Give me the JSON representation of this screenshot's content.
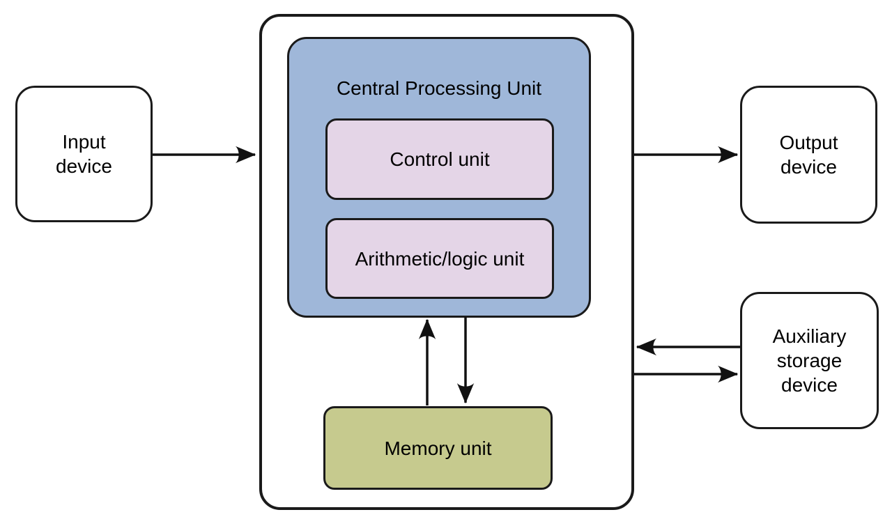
{
  "diagram": {
    "description": "Block diagram of a computer system: peripherals connected to a system unit containing the CPU (control unit, arithmetic/logic unit) and memory unit",
    "nodes": {
      "input_device": {
        "label": "Input\ndevice"
      },
      "cpu": {
        "label": "Central Processing Unit"
      },
      "control_unit": {
        "label": "Control unit"
      },
      "alu": {
        "label": "Arithmetic/logic unit"
      },
      "memory_unit": {
        "label": "Memory unit"
      },
      "output_device": {
        "label": "Output\ndevice"
      },
      "aux_storage": {
        "label": "Auxiliary\nstorage\ndevice"
      }
    },
    "edges": [
      {
        "from": "input_device",
        "to": "system_unit",
        "direction": "right"
      },
      {
        "from": "system_unit",
        "to": "output_device",
        "direction": "right"
      },
      {
        "from": "aux_storage",
        "to": "system_unit",
        "direction": "left"
      },
      {
        "from": "system_unit",
        "to": "aux_storage",
        "direction": "right"
      },
      {
        "from": "memory_unit",
        "to": "cpu",
        "direction": "up"
      },
      {
        "from": "cpu",
        "to": "memory_unit",
        "direction": "down"
      }
    ],
    "colors": {
      "cpu_fill": "#9fb7d9",
      "cpu_subunit_fill": "#e4d5e7",
      "memory_fill": "#c6ca8e",
      "device_fill": "#ffffff",
      "box_border": "#1a1a1a",
      "arrow": "#111111",
      "background": "#ffffff"
    }
  }
}
